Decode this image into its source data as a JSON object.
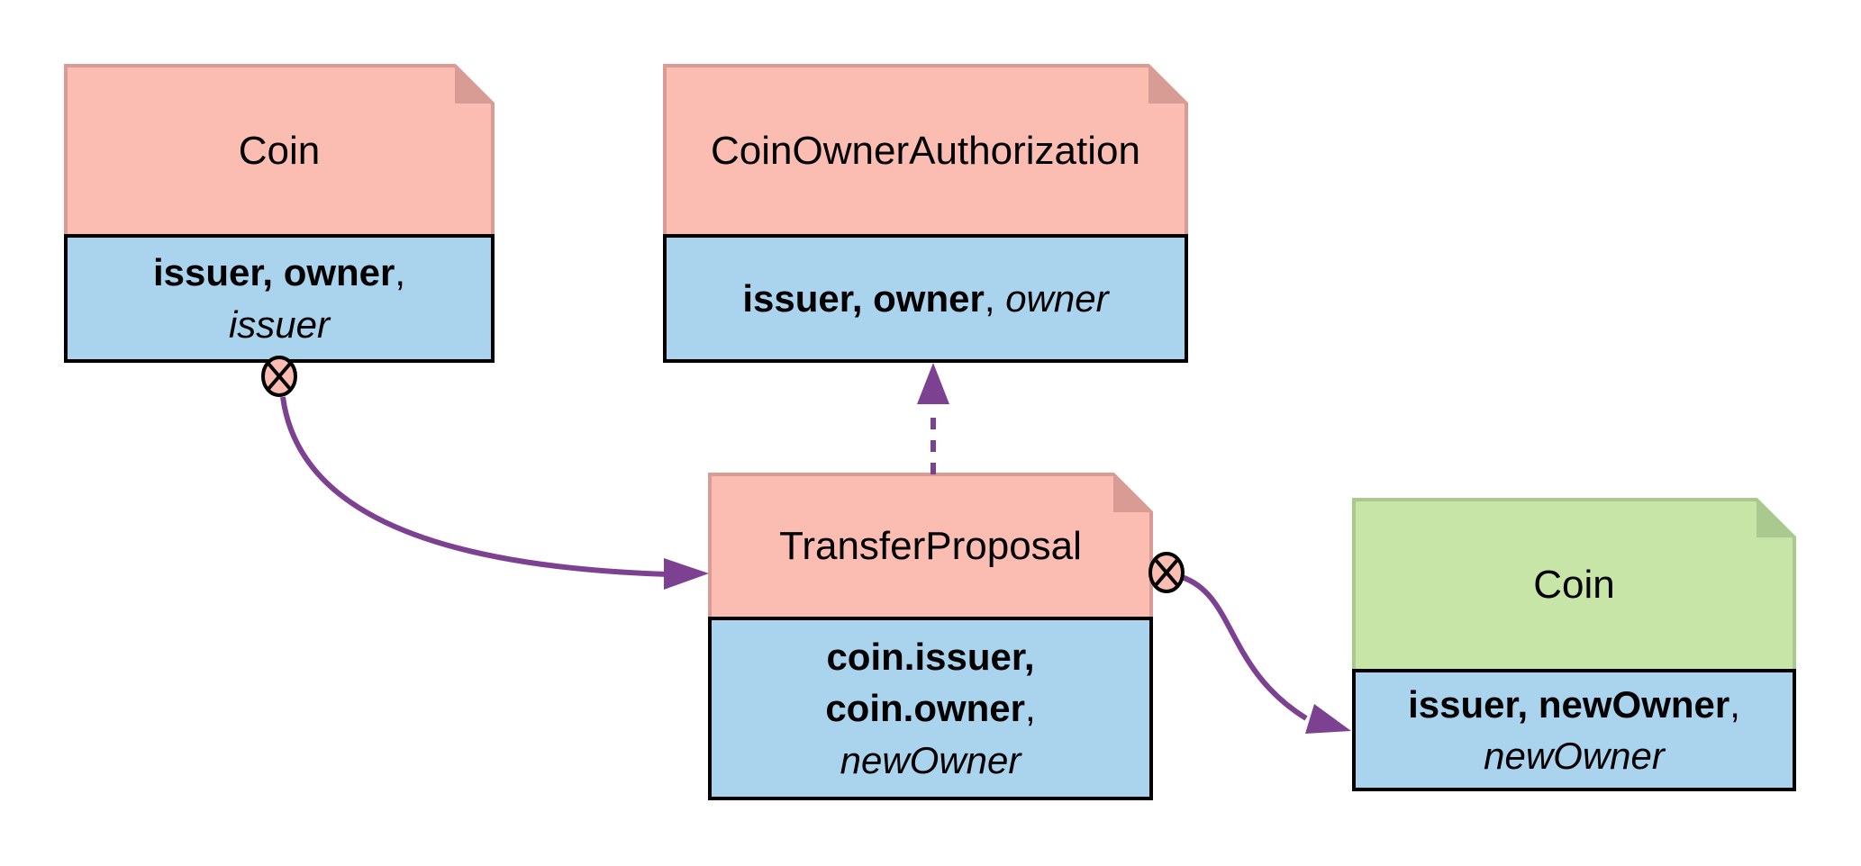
{
  "diagram": {
    "type": "contract-flow-diagram",
    "boxes": {
      "coin_left": {
        "title": "Coin",
        "kind": "archived-template",
        "body_line1_bold": "issuer, owner",
        "body_line1_sep": ",",
        "body_line2_italic": "issuer"
      },
      "coin_owner_authorization": {
        "title": "CoinOwnerAuthorization",
        "kind": "template",
        "body_bold": "issuer, owner",
        "body_sep": ", ",
        "body_italic": "owner"
      },
      "transfer_proposal": {
        "title": "TransferProposal",
        "kind": "archived-template",
        "body_line1_bold": "coin.issuer,",
        "body_line2_bold": "coin.owner",
        "body_line2_sep": ",",
        "body_line3_italic": "newOwner"
      },
      "coin_right": {
        "title": "Coin",
        "kind": "active-contract",
        "body_line1_bold": "issuer, newOwner",
        "body_line1_sep": ",",
        "body_line2_italic": "newOwner"
      }
    },
    "edges": [
      {
        "from": "coin_left",
        "to": "transfer_proposal",
        "style": "solid",
        "start_marker": "archive-icon"
      },
      {
        "from": "transfer_proposal",
        "to": "coin_owner_authorization",
        "style": "dashed",
        "start_marker": "none"
      },
      {
        "from": "transfer_proposal",
        "to": "coin_right",
        "style": "solid",
        "start_marker": "archive-icon"
      }
    ],
    "colors": {
      "background": "#FFFFFF",
      "header_pink": "#FBBCB2",
      "header_pink_border": "#D89C95",
      "header_green": "#C6E5A7",
      "header_green_border": "#A9C98F",
      "body_blue": "#AAD4EE",
      "body_border": "#000000",
      "arrow_purple": "#7D4191",
      "archive_marker_fill": "#FBBCB2",
      "text": "#000000"
    }
  }
}
